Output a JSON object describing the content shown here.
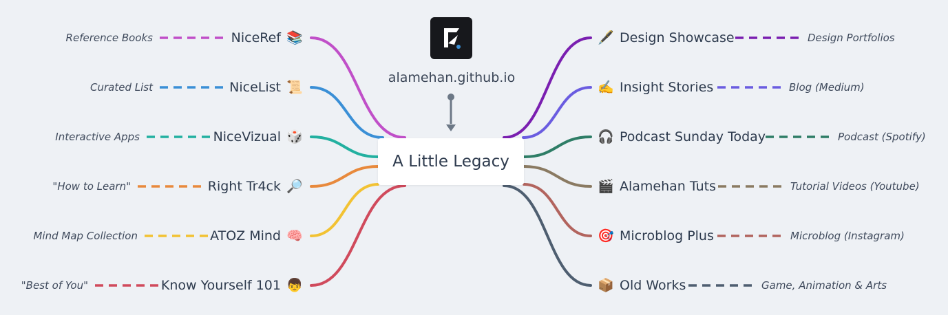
{
  "site": {
    "label": "alamehan.github.io",
    "logo_icon": "feather-pen-logo-icon"
  },
  "root": {
    "label": "A Little Legacy"
  },
  "left_branches": [
    {
      "label": "NiceRef",
      "emoji": "📚",
      "note": "Reference Books",
      "color": "#c04fc8"
    },
    {
      "label": "NiceList",
      "emoji": "📜",
      "note": "Curated List",
      "color": "#3a8fd6"
    },
    {
      "label": "NiceVizual",
      "emoji": "🎲",
      "note": "Interactive Apps",
      "color": "#22b0a0"
    },
    {
      "label": "Right Tr4ck",
      "emoji": "🔎",
      "note": "\"How to Learn\"",
      "color": "#e8893c"
    },
    {
      "label": "ATOZ Mind",
      "emoji": "🧠",
      "note": "Mind Map Collection",
      "color": "#f2c233"
    },
    {
      "label": "Know Yourself 101",
      "emoji": "👦",
      "note": "\"Best of You\"",
      "color": "#d04a5c"
    }
  ],
  "right_branches": [
    {
      "label": "Design Showcase",
      "emoji": "🖋️",
      "note": "Design Portfolios",
      "color": "#7a1fb0"
    },
    {
      "label": "Insight Stories",
      "emoji": "✍️",
      "note": "Blog (Medium)",
      "color": "#6a5ce0"
    },
    {
      "label": "Podcast Sunday Today",
      "emoji": "🎧",
      "note": "Podcast (Spotify)",
      "color": "#2e7d66"
    },
    {
      "label": "Alamehan Tuts",
      "emoji": "🎬",
      "note": "Tutorial Videos (Youtube)",
      "color": "#8a7a62"
    },
    {
      "label": "Microblog Plus",
      "emoji": "🎯",
      "note": "Microblog (Instagram)",
      "color": "#b2645e"
    },
    {
      "label": "Old Works",
      "emoji": "📦",
      "note": "Game, Animation & Arts",
      "color": "#4e5e70"
    }
  ],
  "connector_color": "#6c7886"
}
